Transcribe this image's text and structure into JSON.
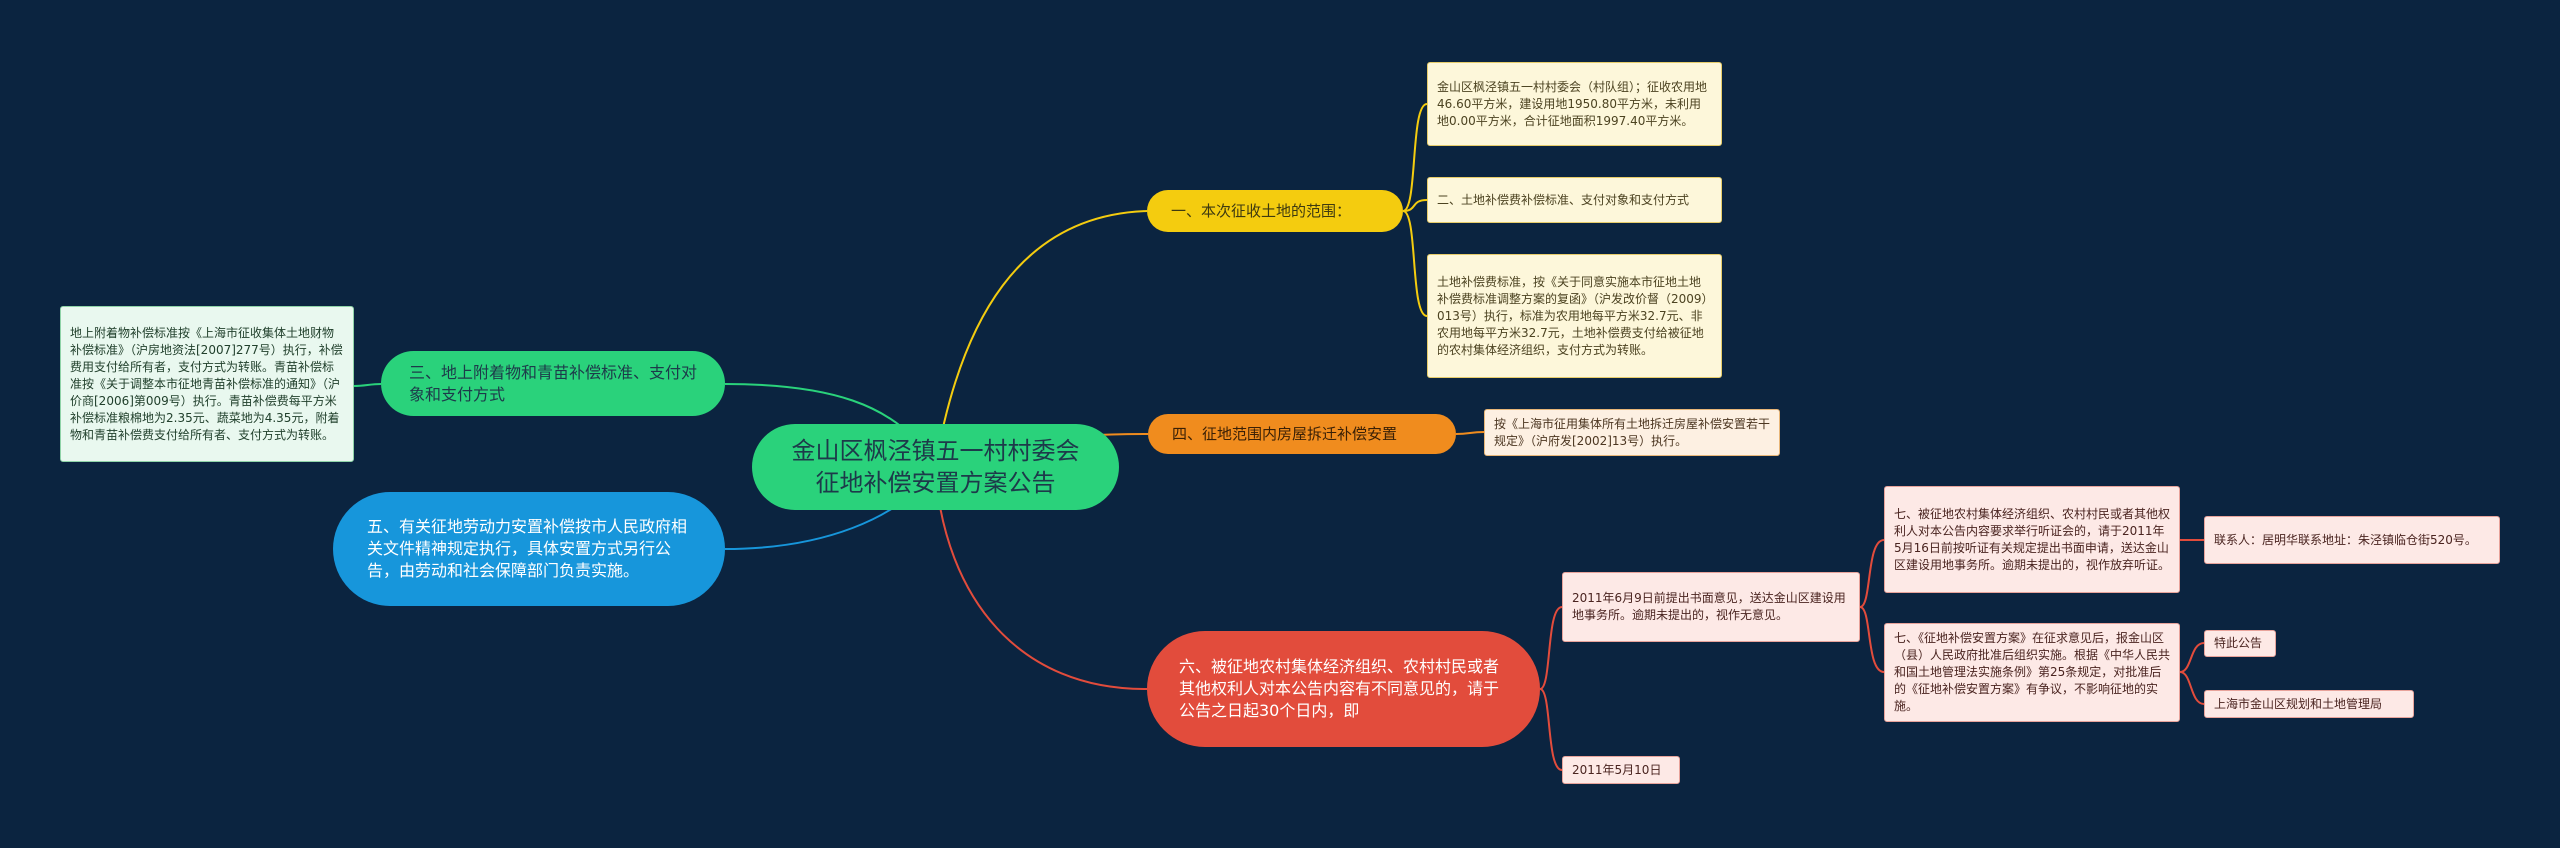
{
  "central": "金山区枫泾镇五一村村委会征地补偿安置方案公告",
  "branches": {
    "b1": {
      "label": "一、本次征收土地的范围：",
      "leaves": [
        "金山区枫泾镇五一村村委会（村队组）；征收农用地46.60平方米，建设用地1950.80平方米，未利用地0.00平方米，合计征地面积1997.40平方米。",
        "二、土地补偿费补偿标准、支付对象和支付方式",
        "土地补偿费标准，按《关于同意实施本市征地土地补偿费标准调整方案的复函》（沪发改价督（2009）013号）执行，标准为农用地每平方米32.7元、非农用地每平方米32.7元，土地补偿费支付给被征地的农村集体经济组织，支付方式为转账。"
      ]
    },
    "b4": {
      "label": "四、征地范围内房屋拆迁补偿安置",
      "leaves": [
        "按《上海市征用集体所有土地拆迁房屋补偿安置若干规定》（沪府发[2002]13号）执行。"
      ]
    },
    "b3": {
      "label": "三、地上附着物和青苗补偿标准、支付对象和支付方式",
      "leaves": [
        "地上附着物补偿标准按《上海市征收集体土地财物补偿标准》（沪房地资法[2007]277号）执行，补偿费用支付给所有者，支付方式为转账。青苗补偿标准按《关于调整本市征地青苗补偿标准的通知》（沪价商[2006]第009号）执行。青苗补偿费每平方米补偿标准粮棉地为2.35元、蔬菜地为4.35元，附着物和青苗补偿费支付给所有者、支付方式为转账。"
      ]
    },
    "b5": {
      "label": "五、有关征地劳动力安置补偿按市人民政府相关文件精神规定执行，具体安置方式另行公告，由劳动和社会保障部门负责实施。"
    },
    "b6": {
      "label": "六、被征地农村集体经济组织、农村村民或者其他权利人对本公告内容有不同意见的，请于公告之日起30个日内，即",
      "leaves": {
        "objection": "2011年6月9日前提出书面意见，送达金山区建设用地事务所。逾期未提出的，视作无意见。",
        "date": "2011年5月10日",
        "hearing": "七、被征地农村集体经济组织、农村村民或者其他权利人对本公告内容要求举行听证会的，请于2011年5月16日前按听证有关规定提出书面申请，送达金山区建设用地事务所。逾期未提出的，视作放弃听证。",
        "contact": "联系人：居明华联系地址：朱泾镇临仓街520号。",
        "plan": "七、《征地补偿安置方案》在征求意见后，报金山区（县）人民政府批准后组织实施。根据《中华人民共和国土地管理法实施条例》第25条规定，对批准后的《征地补偿安置方案》有争议，不影响征地的实施。",
        "notice": "特此公告",
        "bureau": "上海市金山区规划和土地管理局"
      }
    }
  },
  "colors": {
    "background": "#0b2440",
    "yellow": "#f4cc0f",
    "orange": "#f08c1e",
    "green": "#2ad27b",
    "blue": "#1796db",
    "red": "#e24c3c"
  }
}
